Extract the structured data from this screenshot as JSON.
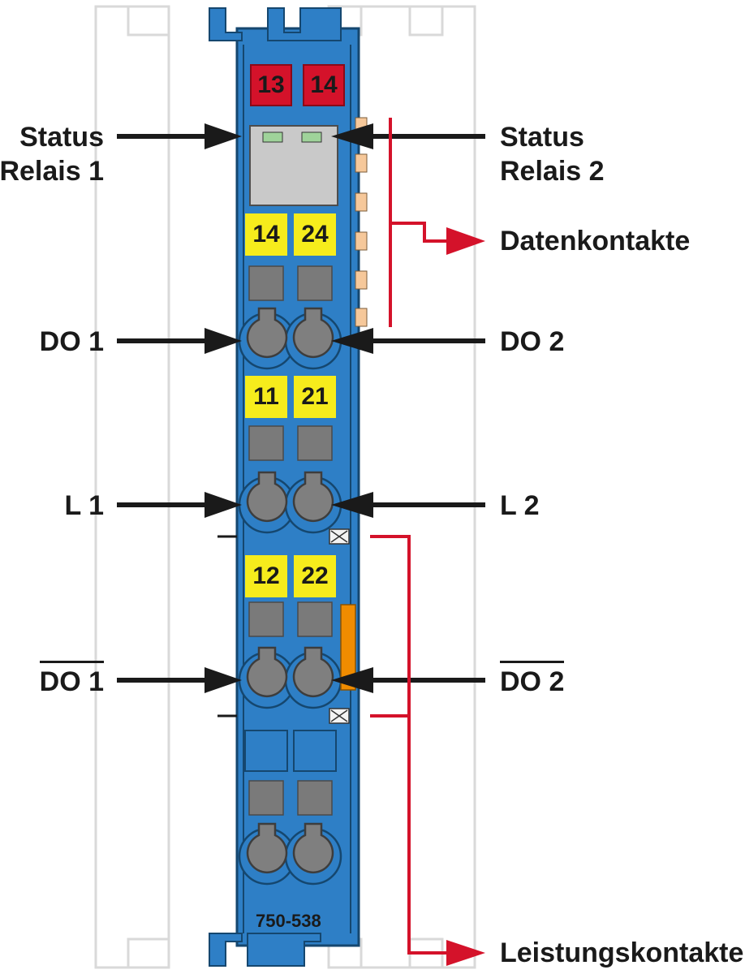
{
  "labels": {
    "status_relay_1": [
      "Status",
      "Relais 1"
    ],
    "status_relay_2": [
      "Status",
      "Relais 2"
    ],
    "data_contacts": "Datenkontakte",
    "do1": "DO 1",
    "do2": "DO 2",
    "l1": "L 1",
    "l2": "L 2",
    "do1_inv": "DO 1",
    "do2_inv": "DO 2",
    "power_contacts": "Leistungskontakte"
  },
  "module": {
    "part_number": "750-538",
    "relay_tags": [
      "13",
      "14"
    ],
    "terminal_row_1": [
      "14",
      "24"
    ],
    "terminal_row_2": [
      "11",
      "21"
    ],
    "terminal_row_3": [
      "12",
      "22"
    ]
  },
  "colors": {
    "housing": "#2e7fc6",
    "housing_dark": "#1d5f9c",
    "arrow_black": "#1a1a1a",
    "arrow_red": "#d4122a",
    "tag_red": "#d4122a",
    "tag_yellow": "#f6ec1c",
    "gray": "#7a7a7a",
    "orange": "#f08c00"
  }
}
